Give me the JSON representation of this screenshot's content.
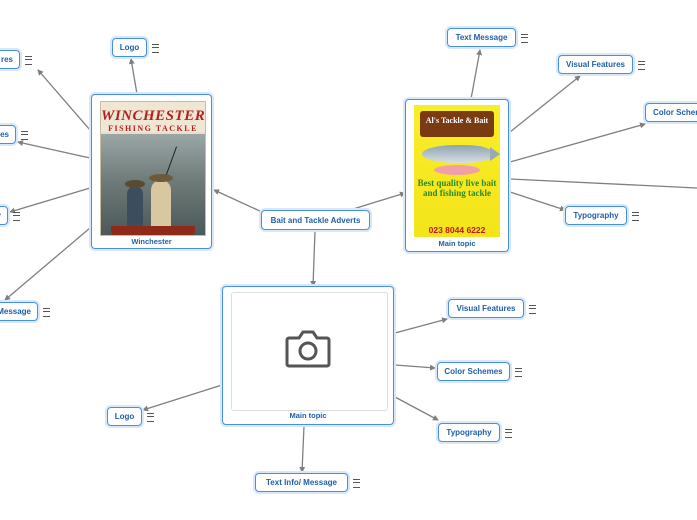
{
  "central": {
    "label": "Bait and Tackle Adverts"
  },
  "winchester": {
    "caption": "Winchester",
    "poster_title": "WINCHESTER",
    "poster_subtitle": "FISHING TACKLE",
    "branches": {
      "logo": "Logo",
      "features": "res",
      "schemes": "es",
      "typography": "y",
      "message": "Message"
    }
  },
  "al_topic": {
    "caption": "Main topic",
    "sign": "Al's Tackle & Bait",
    "headline": "Best quality live bait and fishing tackle",
    "phone": "023 8044 6222",
    "branches": {
      "text_message": "Text Message",
      "visual_features": "Visual Features",
      "color_schemes": "Color Schem",
      "typography": "Typography"
    }
  },
  "placeholder_topic": {
    "caption": "Main topic",
    "icon": "camera-icon",
    "branches": {
      "visual_features": "Visual Features",
      "color_schemes": "Color Schemes",
      "logo": "Logo",
      "typography": "Typography",
      "text_info": "Text Info/ Message"
    }
  },
  "colors": {
    "node_border": "#4a90d9",
    "node_text": "#2160a8",
    "connector": "#7f7f7f"
  }
}
